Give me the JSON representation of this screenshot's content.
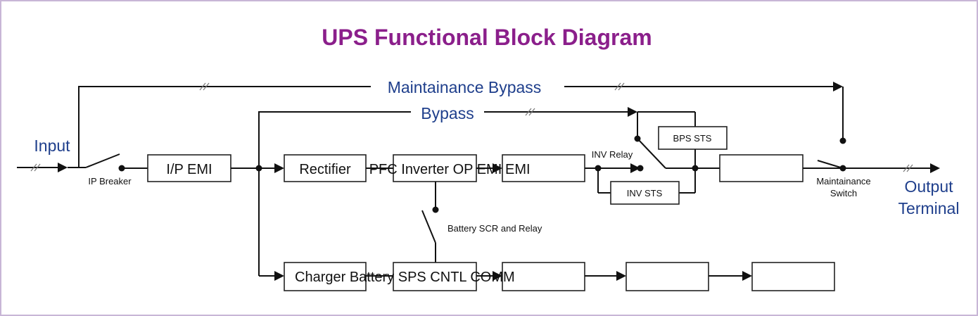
{
  "diagram": {
    "title": "UPS Functional Block Diagram",
    "colors": {
      "title": "#8b1f8b",
      "label": "#1f3f8c",
      "line": "#111111"
    },
    "labels": {
      "input": "Input",
      "output_line1": "Output",
      "output_line2": "Terminal",
      "maintenance_bypass": "Maintainance Bypass",
      "bypass": "Bypass",
      "ip_breaker": "IP Breaker",
      "inv_relay": "INV Relay",
      "battery_scr_relay": "Battery SCR and Relay",
      "maintenance_switch_line1": "Maintainance",
      "maintenance_switch_line2": "Switch"
    },
    "blocks": {
      "ip_emi": "I/P EMI",
      "rectifier": "Rectifier",
      "pfc_inverter": "PFC Inverter OP EMI",
      "op_emi": "EMI",
      "output_block": "",
      "bps_sts": "BPS STS",
      "inv_sts": "INV STS",
      "charger": "Charger Battery SPS CNTL COMM",
      "battery_block": "COMM",
      "sps_block": "",
      "cntl_block": ""
    }
  }
}
